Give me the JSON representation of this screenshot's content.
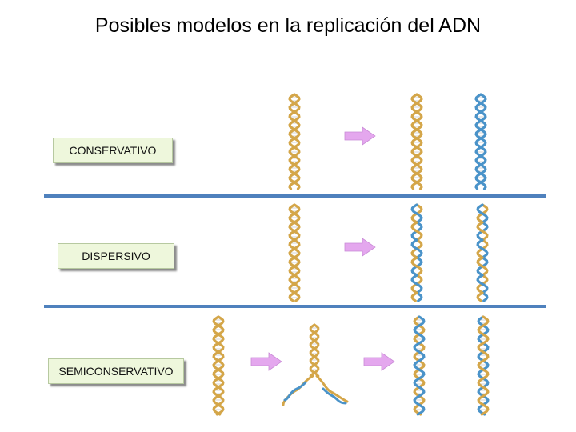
{
  "title": "Posibles modelos en la replicación del ADN",
  "models": [
    {
      "label": "CONSERVATIVO"
    },
    {
      "label": "DISPERSIVO"
    },
    {
      "label": "SEMICONSERVATIVO"
    }
  ],
  "colors": {
    "parental_strand": "#d4a649",
    "new_strand": "#4a93c9",
    "arrow": "#e4a7ee",
    "separator": "#4f81bd",
    "label_bg": "#eef7dc"
  },
  "icons": [
    "dna-double-helix",
    "arrow-right-icon",
    "replication-fork"
  ]
}
